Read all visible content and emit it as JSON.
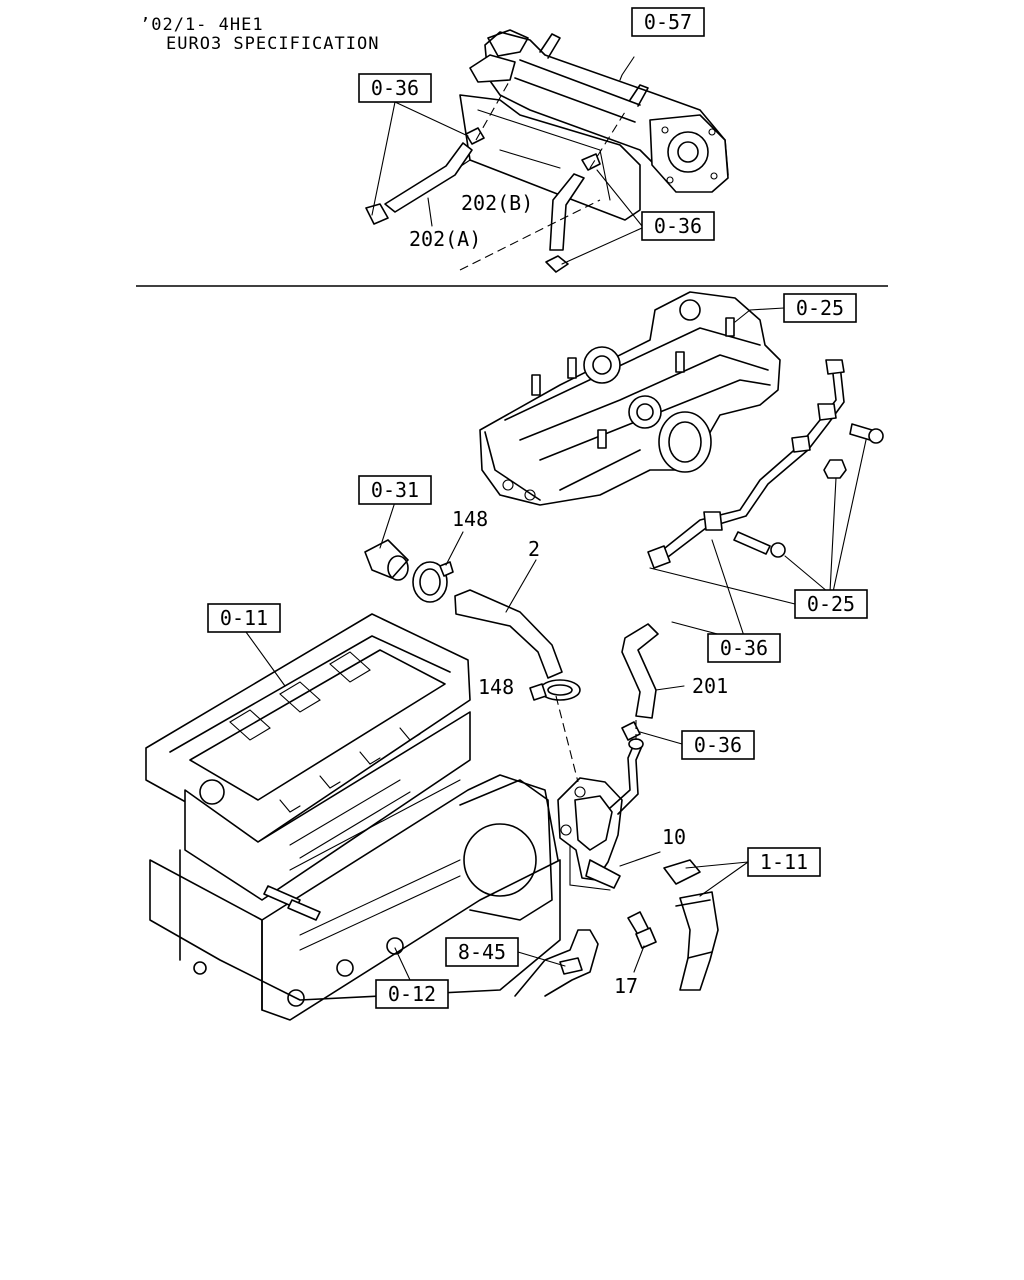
{
  "header": {
    "line1": "’02/1- 4HE1",
    "line2": "EURO3 SPECIFICATION"
  },
  "callouts": {
    "ref_057": "0-57",
    "ref_036_top_left": "0-36",
    "ref_036_top_right": "0-36",
    "ref_025_top": "0-25",
    "ref_031": "0-31",
    "ref_011": "0-11",
    "ref_025_right": "0-25",
    "ref_036_mid": "0-36",
    "ref_036_lower": "0-36",
    "ref_111": "1-11",
    "ref_845": "8-45",
    "ref_012": "0-12"
  },
  "labels": {
    "hose_202a": "202(A)",
    "hose_202b": "202(B)",
    "clamp_148_upper": "148",
    "hose_2": "2",
    "clamp_148_lower": "148",
    "hose_201": "201",
    "housing_10": "10",
    "bolt_17": "17"
  }
}
